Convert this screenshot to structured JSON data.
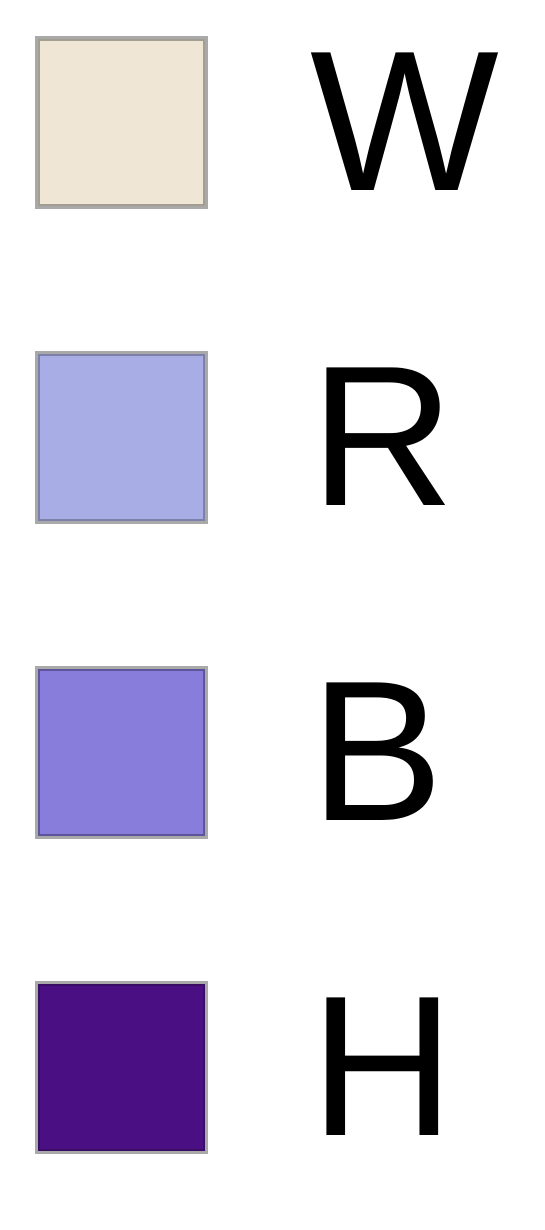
{
  "chart_data": {
    "type": "legend",
    "entries": [
      {
        "label": "W",
        "color": "#efe6d5",
        "border": "#a39e92"
      },
      {
        "label": "R",
        "color": "#a8ade6",
        "border": "#7d80a8"
      },
      {
        "label": "B",
        "color": "#887ddb",
        "border": "#5d5499"
      },
      {
        "label": "H",
        "color": "#4a1083",
        "border": "#3a0c66"
      }
    ]
  }
}
